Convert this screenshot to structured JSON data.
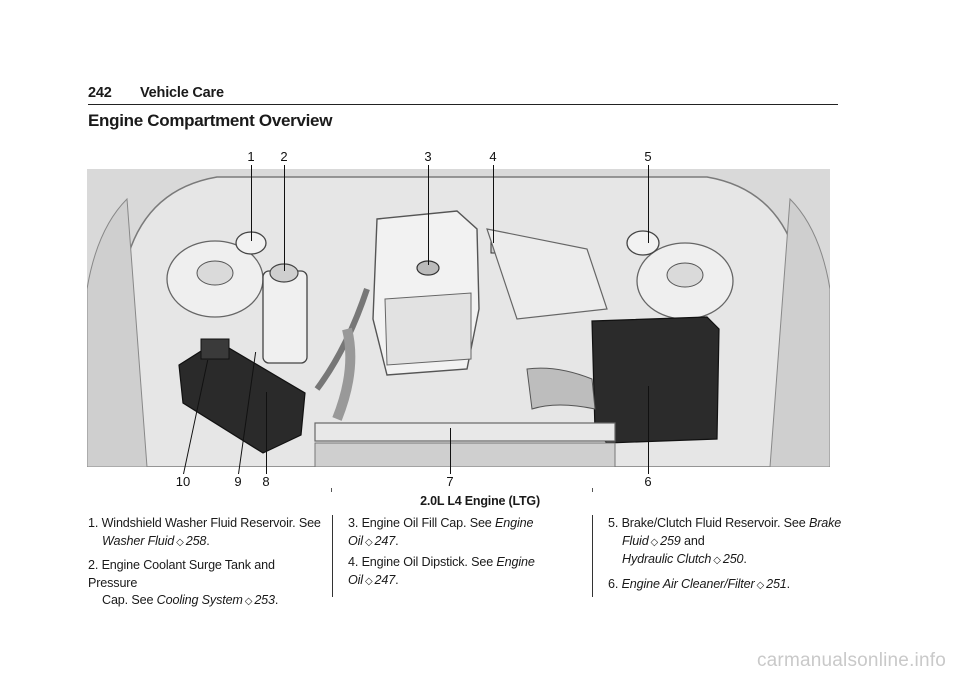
{
  "header": {
    "page_number": "242",
    "chapter": "Vehicle Care"
  },
  "section_title": "Engine Compartment Overview",
  "figure": {
    "top_callouts": [
      "1",
      "2",
      "3",
      "4",
      "5"
    ],
    "bottom_callouts": [
      "10",
      "9",
      "8",
      "7",
      "6"
    ],
    "caption": "2.0L L4 Engine (LTG)"
  },
  "items": {
    "i1": {
      "num": "1.",
      "text": "Windshield Washer Fluid Reservoir. See",
      "ref": "Washer Fluid",
      "page": "258",
      "end": "."
    },
    "i2": {
      "num": "2.",
      "text": "Engine Coolant Surge Tank and Pressure",
      "text2": "Cap. See",
      "ref": "Cooling System",
      "page": "253",
      "end": "."
    },
    "i3": {
      "num": "3.",
      "text": "Engine Oil Fill Cap. See",
      "ref": "Engine Oil",
      "page": "247",
      "end": "."
    },
    "i4": {
      "num": "4.",
      "text": "Engine Oil Dipstick. See",
      "ref": "Engine Oil",
      "page": "247",
      "end": "."
    },
    "i5": {
      "num": "5.",
      "text": "Brake/Clutch Fluid Reservoir. See",
      "ref": "Brake",
      "ref2": "Fluid",
      "page": "259",
      "and": "and",
      "ref3": "Hydraulic Clutch",
      "page2": "250",
      "end": "."
    },
    "i6": {
      "num": "6.",
      "ref": "Engine Air Cleaner/Filter",
      "page": "251",
      "end": "."
    }
  },
  "ref_arrow_glyph": "◇",
  "watermark": "carmanualsonline.info"
}
